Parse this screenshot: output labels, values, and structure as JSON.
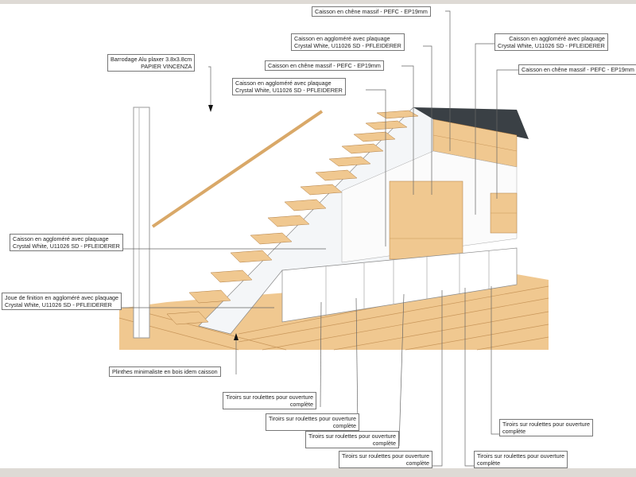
{
  "labels": {
    "oak_top": "Caisson en chêne massif - PEFC - EP19mm",
    "agglo_2": {
      "l1": "Caisson en aggloméré avec plaquage",
      "l2": "Crystal White, U11026 SD - PFLEIDERER"
    },
    "oak_3": "Caisson en chêne massif - PEFC - EP19mm",
    "agglo_4": {
      "l1": "Caisson en aggloméré avec plaquage",
      "l2": "Crystal White, U11026 SD - PFLEIDERER"
    },
    "handrail": {
      "l1": "Barrodage Alu plaxer 3.8x3.8cm",
      "l2": "PAPIER VINCENZA"
    },
    "agglo_right": {
      "l1": "Caisson en aggloméré avec plaquage",
      "l2": "Crystal White, U11026 SD - PFLEIDERER"
    },
    "oak_right": "Caisson en chêne massif - PEFC - EP19mm",
    "agglo_left": {
      "l1": "Caisson en aggloméré avec plaquage",
      "l2": "Crystal White, U11026 SD - PFLEIDERER"
    },
    "joue": {
      "l1": "Joue de finition en aggloméré avec plaquage",
      "l2": "Crystal White, U11026 SD - PFLEIDERER"
    },
    "plinthes": "Plinthes minimaliste en bois idem caisson",
    "drawers": [
      {
        "l1": "Tiroirs sur roulettes pour ouverture",
        "l2": "complète"
      },
      {
        "l1": "Tiroirs sur roulettes pour ouverture",
        "l2": "complète"
      },
      {
        "l1": "Tiroirs sur roulettes pour ouverture",
        "l2": "complète"
      },
      {
        "l1": "Tiroirs sur roulettes pour ouverture",
        "l2": "complète"
      },
      {
        "l1": "Tiroirs sur roulettes pour ouverture",
        "l2": "complète"
      },
      {
        "l1": "Tiroirs sur roulettes pour ouverture",
        "l2": "complète"
      }
    ]
  },
  "colors": {
    "wood": "#f0c890",
    "wood_dark": "#d9a868",
    "frame": "#dedad5",
    "steel": "#3a4045"
  }
}
